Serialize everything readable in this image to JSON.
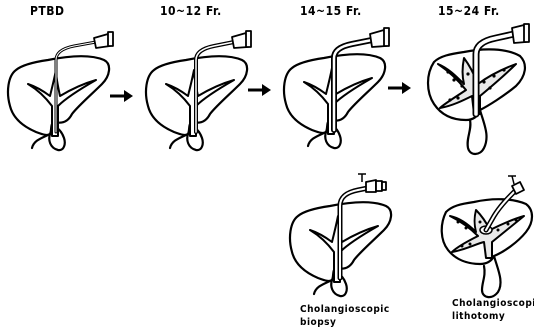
{
  "stages": [
    {
      "label": "PTBD"
    },
    {
      "label": "10~12 Fr."
    },
    {
      "label": "14~15 Fr."
    },
    {
      "label": "15~24 Fr."
    }
  ],
  "procedures": [
    {
      "line1": "Cholangioscopic",
      "line2": "biopsy"
    },
    {
      "line1": "Cholangioscopic",
      "line2": "lithotomy"
    }
  ],
  "icons": {
    "arrow": "right-arrow-icon",
    "liver": "liver-outline-icon",
    "catheter": "drainage-catheter-icon",
    "stones": "bile-stone-icon",
    "cholangioscope": "cholangioscope-icon"
  }
}
